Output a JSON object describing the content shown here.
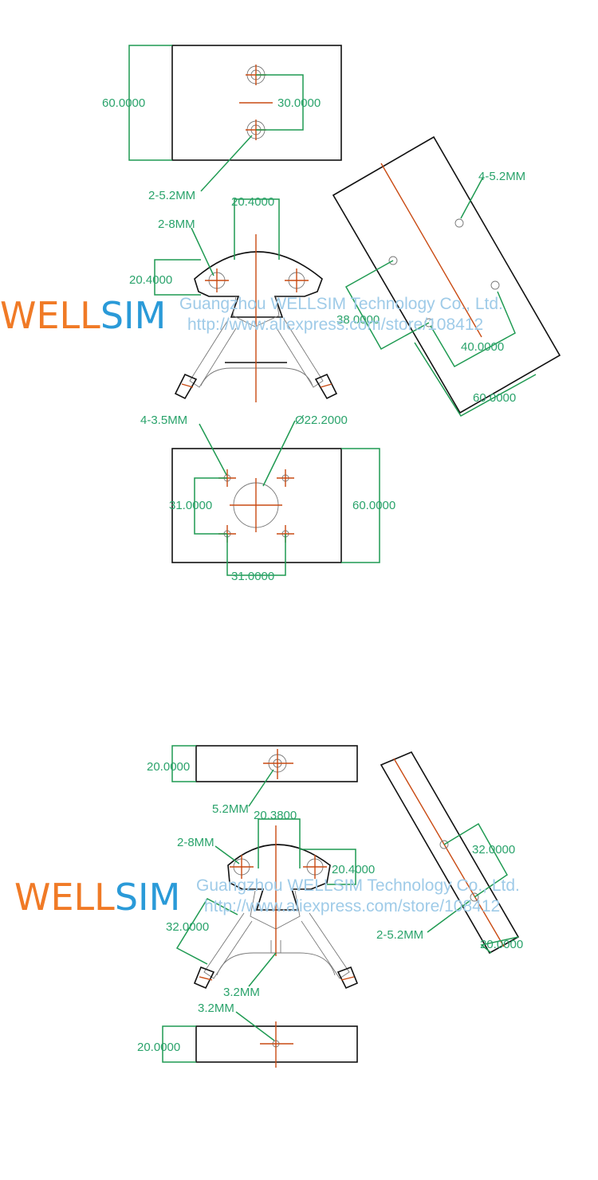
{
  "brand": {
    "well": "WELL",
    "sim": "SIM",
    "well_color": "#f07a26",
    "sim_color": "#2a9ad8"
  },
  "watermark": {
    "company": "Guangzhou WELLSIM Technology Co., Ltd.",
    "url": "http://www.aliexpress.com/store/108412",
    "color": "#9fcbe8"
  },
  "colors": {
    "outline": "#111111",
    "dimension": "#1f9a52",
    "centerline": "#c94a12"
  },
  "drawing1": {
    "top": {
      "height": "60.0000",
      "spacing": "30.0000",
      "holes": "2-5.2MM"
    },
    "bracket": {
      "width": "20.4000",
      "height": "20.4000",
      "holes": "2-8MM"
    },
    "angled": {
      "holes": "4-5.2MM",
      "a": "38.0000",
      "b": "40.0000",
      "c": "60.0000"
    },
    "bottom": {
      "holes": "4-3.5MM",
      "bore": "Ø22.2000",
      "v": "31.0000",
      "h": "31.0000",
      "height": "60.0000"
    }
  },
  "drawing2": {
    "top": {
      "height": "20.0000",
      "hole": "5.2MM"
    },
    "bracket": {
      "width": "20.3800",
      "height": "20.4000",
      "holes": "2-8MM",
      "side": "32.0000",
      "slot": "3.2MM"
    },
    "angled": {
      "a": "32.0000",
      "holes": "2-5.2MM",
      "b": "20.0000"
    },
    "bottom": {
      "hole": "3.2MM",
      "height": "20.0000"
    }
  }
}
